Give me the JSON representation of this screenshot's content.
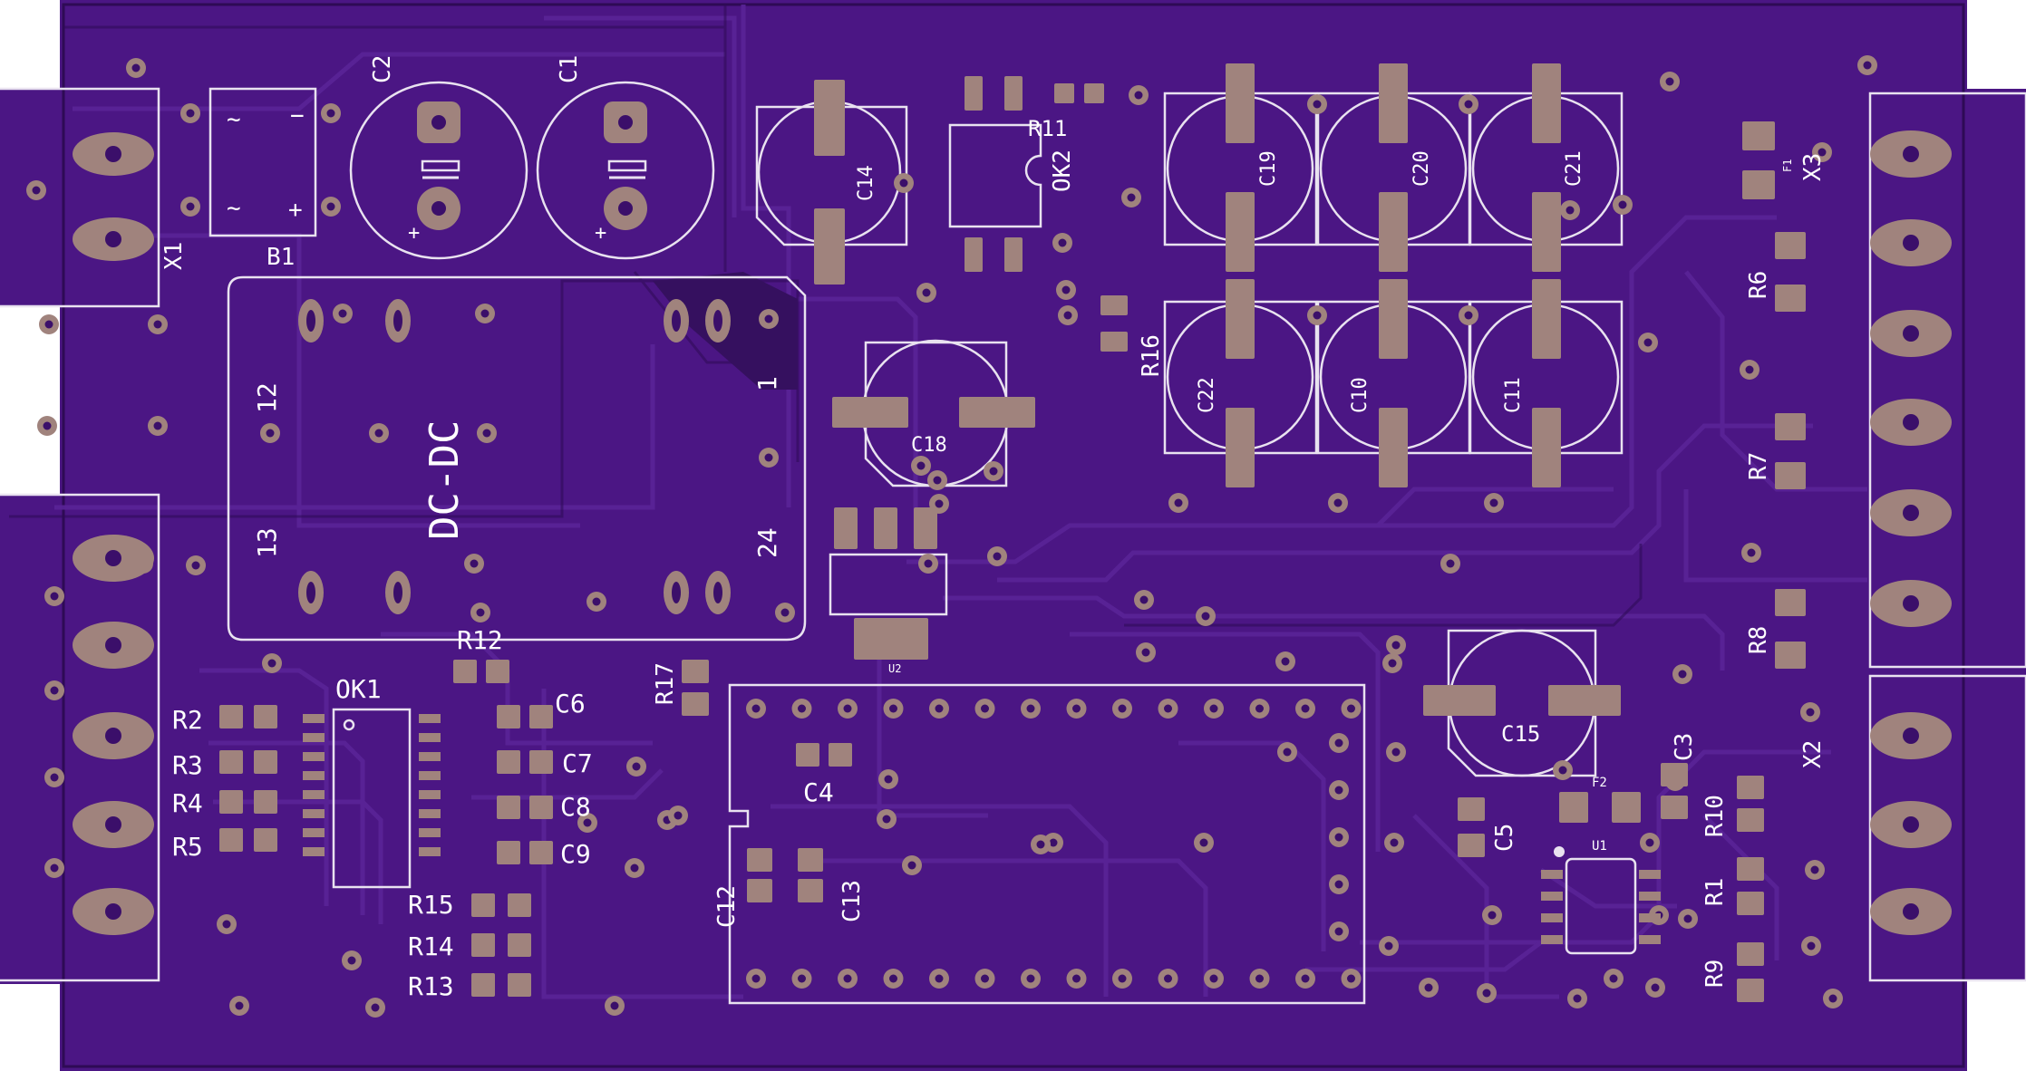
{
  "colors": {
    "board": "#4b1684",
    "board_dark": "#3b0f6a",
    "trace": "#5a2497",
    "trace_edge": "#2e0b55",
    "pad": "#a0837d",
    "silk": "#e9e2f0",
    "background": "#ffffff"
  },
  "module": {
    "label": "DC-DC",
    "pins": [
      "1",
      "12",
      "13",
      "24"
    ]
  },
  "refs": {
    "X1": "X1",
    "X2": "X2",
    "X3": "X3",
    "B1": "B1",
    "C1": "C1",
    "C2": "C2",
    "C3": "C3",
    "C4": "C4",
    "C5": "C5",
    "C6": "C6",
    "C7": "C7",
    "C8": "C8",
    "C9": "C9",
    "C10": "C10",
    "C11": "C11",
    "C12": "C12",
    "C13": "C13",
    "C14": "C14",
    "C15": "C15",
    "C18": "C18",
    "C19": "C19",
    "C20": "C20",
    "C21": "C21",
    "C22": "C22",
    "R1": "R1",
    "R2": "R2",
    "R3": "R3",
    "R4": "R4",
    "R5": "R5",
    "R6": "R6",
    "R7": "R7",
    "R8": "R8",
    "R9": "R9",
    "R10": "R10",
    "R11": "R11",
    "R12": "R12",
    "R13": "R13",
    "R14": "R14",
    "R15": "R15",
    "R16": "R16",
    "R17": "R17",
    "OK1": "OK1",
    "OK2": "OK2",
    "U1": "U1",
    "U2": "U2",
    "F1": "F1",
    "F2": "F2"
  },
  "bridge_marks": {
    "ac1": "~",
    "ac2": "~",
    "minus": "−",
    "plus": "+"
  },
  "cap_plus": "+"
}
